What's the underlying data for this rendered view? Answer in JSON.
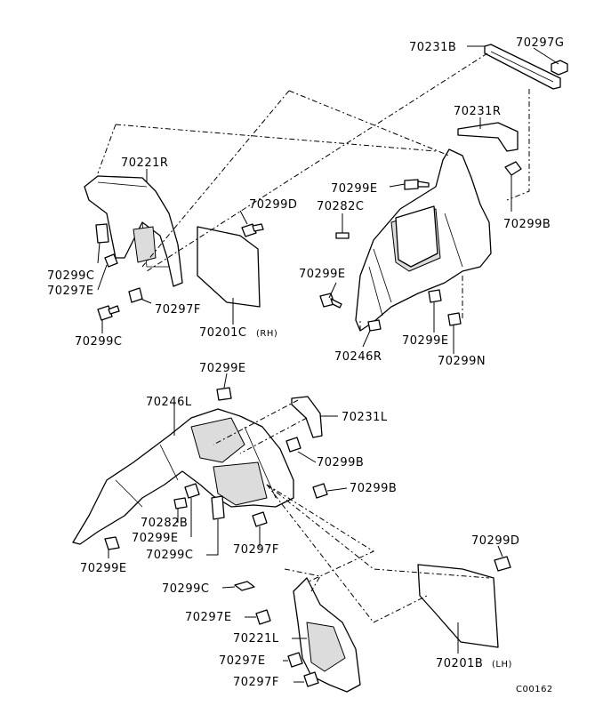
{
  "diagram": {
    "labels": {
      "p70231B": "70231B",
      "p70297G": "70297G",
      "p70231R": "70231R",
      "p70221R": "70221R",
      "p70299E_a": "70299E",
      "p70282C": "70282C",
      "p70299D_a": "70299D",
      "p70299B_a": "70299B",
      "p70299C_a": "70299C",
      "p70297E_a": "70297E",
      "p70299E_b": "70299E",
      "p70297F_a": "70297F",
      "p70299C_b": "70299C",
      "p70201C": "70201C",
      "p70201C_suffix": "(RH)",
      "p70299E_c": "70299E",
      "p70246R": "70246R",
      "p70299N": "70299N",
      "p70299E_d": "70299E",
      "p70246L": "70246L",
      "p70231L": "70231L",
      "p70299B_b": "70299B",
      "p70299B_c": "70299B",
      "p70282B": "70282B",
      "p70299E_e": "70299E",
      "p70299C_c": "70299C",
      "p70297F_b": "70297F",
      "p70299E_f": "70299E",
      "p70299D_b": "70299D",
      "p70299C_d": "70299C",
      "p70297E_b": "70297E",
      "p70221L": "70221L",
      "p70297E_c": "70297E",
      "p70297F_c": "70297F",
      "p70201B": "70201B",
      "p70201B_suffix": "(LH)",
      "code": "C00162"
    }
  }
}
